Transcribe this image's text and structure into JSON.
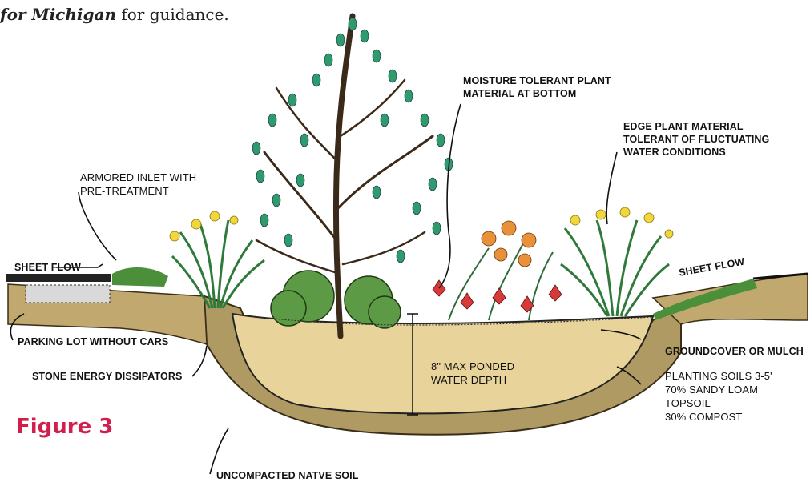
{
  "intro": {
    "emph": "for Michigan",
    "rest": " for guidance."
  },
  "figure_label": "Figure 3",
  "labels": {
    "moisture": [
      "MOISTURE TOLERANT PLANT",
      "MATERIAL AT BOTTOM"
    ],
    "edge": [
      "EDGE PLANT MATERIAL",
      "TOLERANT OF FLUCTUATING",
      "WATER CONDITIONS"
    ],
    "inlet": [
      "ARMORED INLET WITH",
      "PRE-TREATMENT"
    ],
    "sheet_flow_left": "SHEET FLOW",
    "sheet_flow_right": "SHEET FLOW",
    "parking": "PARKING LOT WITHOUT CARS",
    "stone": "STONE ENERGY DISSIPATORS",
    "ponded": [
      "8\" MAX PONDED",
      "WATER DEPTH"
    ],
    "groundcover": "GROUNDCOVER OR MULCH",
    "soils": [
      "PLANTING SOILS 3-5'",
      "70% SANDY LOAM",
      "TOPSOIL",
      "30% COMPOST"
    ],
    "native": "UNCOMPACTED NATVE SOIL"
  },
  "colors": {
    "soil_fill": "#e8d49a",
    "native_soil": "#b09a63",
    "leaf": "#2f9a6e",
    "grass": "#4b8f3a",
    "flower_yellow": "#f0d83a",
    "flower_red": "#d83a3a",
    "flower_orange": "#e8903a",
    "accent": "#d11f4d"
  }
}
